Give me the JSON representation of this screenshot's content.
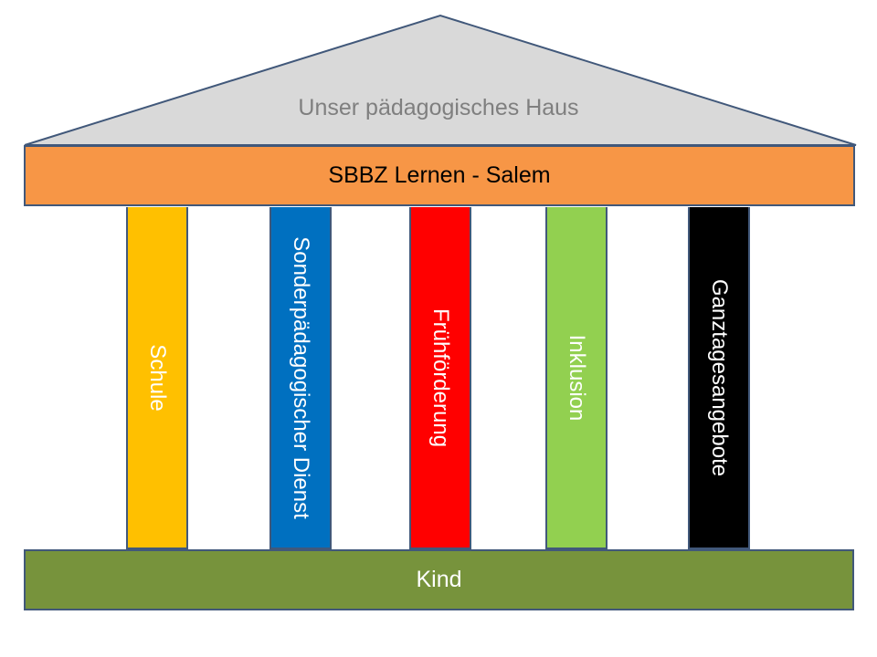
{
  "roof": {
    "title": "Unser pädagogisches Haus",
    "fill": "#d9d9d9",
    "text_color": "#7f7f7f"
  },
  "beam": {
    "label": "SBBZ Lernen - Salem",
    "fill": "#f79646"
  },
  "pillars": [
    {
      "label": "Schule",
      "color": "#ffc000"
    },
    {
      "label": "Sonderpädagogischer Dienst",
      "color": "#0070c0"
    },
    {
      "label": "Frühförderung",
      "color": "#ff0000"
    },
    {
      "label": "Inklusion",
      "color": "#92d050"
    },
    {
      "label": "Ganztagesangebote",
      "color": "#000000"
    }
  ],
  "base": {
    "label": "Kind",
    "fill": "#77933c"
  },
  "outline_color": "#41587a"
}
